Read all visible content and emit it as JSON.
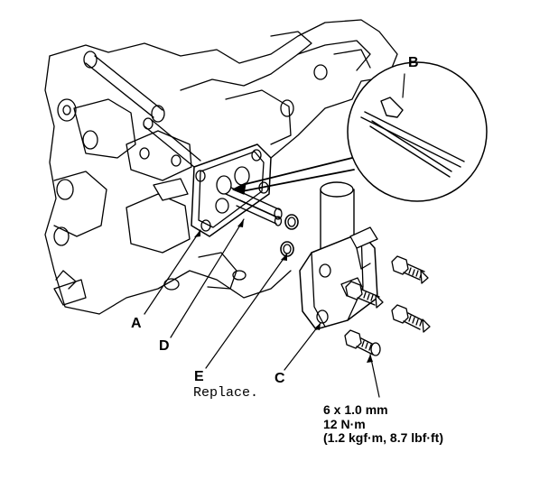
{
  "callouts": {
    "a": "A",
    "b": "B",
    "c": "C",
    "d": "D",
    "e": "E"
  },
  "note_e": "Replace.",
  "torque_spec": {
    "bolt_size": "6 x 1.0 mm",
    "torque_nm": "12 N·m",
    "torque_alt": "(1.2 kgf·m, 8.7 lbf·ft)"
  },
  "colors": {
    "line": "#000000",
    "background": "#ffffff"
  }
}
